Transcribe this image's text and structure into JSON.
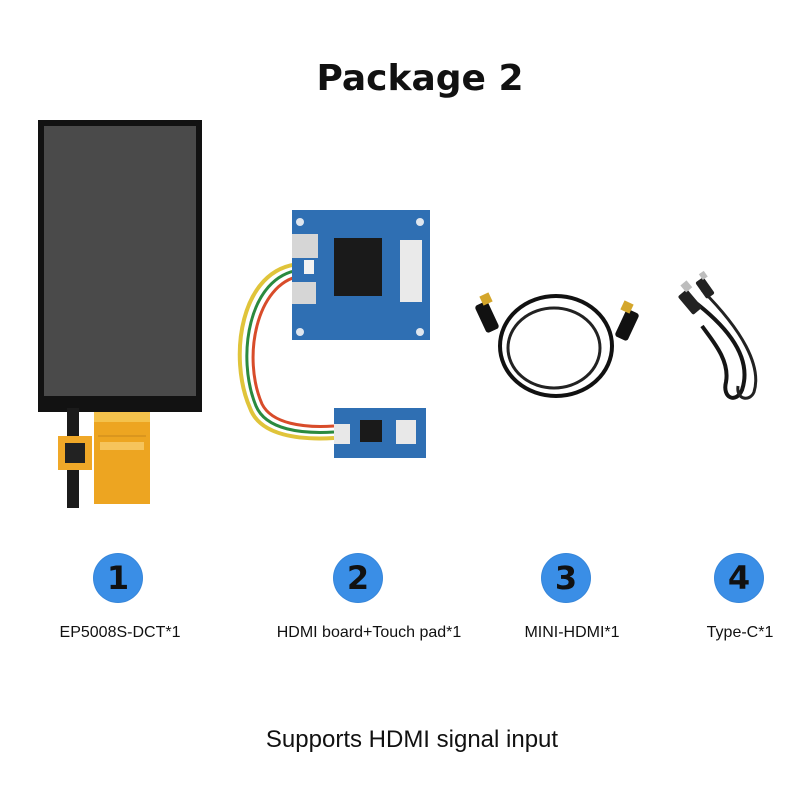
{
  "title": "Package 2",
  "items": [
    {
      "number": "1",
      "label": "EP5008S-DCT*1",
      "icon": "lcd-display-panel"
    },
    {
      "number": "2",
      "label": "HDMI board+Touch pad*1",
      "icon": "hdmi-driver-board"
    },
    {
      "number": "3",
      "label": "MINI-HDMI*1",
      "icon": "mini-hdmi-cable"
    },
    {
      "number": "4",
      "label": "Type-C*1",
      "icon": "type-c-cable"
    }
  ],
  "footer": "Supports HDMI signal input",
  "colors": {
    "badge": "#3a8ee6",
    "pcb": "#2f6fb3",
    "flex": "#e9a623"
  }
}
